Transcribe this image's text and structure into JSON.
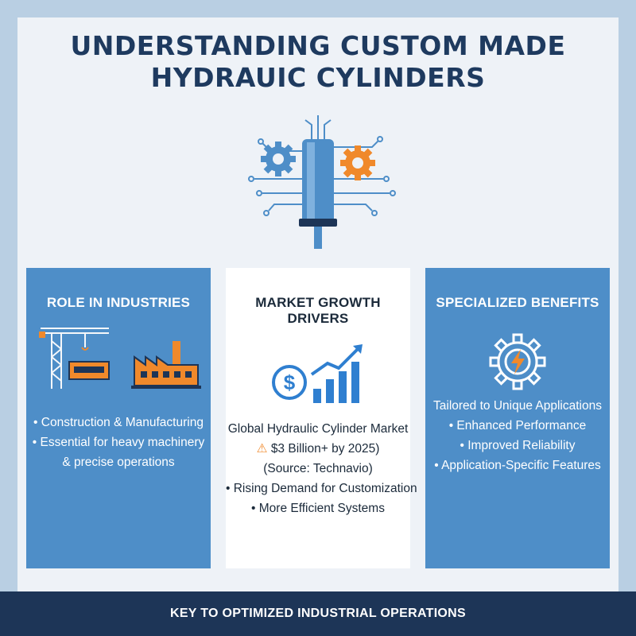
{
  "title": {
    "line1": "UNDERSTANDING CUSTOM MADE",
    "line2": "HYDRAUIC CYLINDERS"
  },
  "icons": {
    "hero": "hydraulic-cylinder-gears-icon",
    "crane": "crane-icon",
    "factory": "factory-icon",
    "money_chart": "dollar-growth-chart-icon",
    "gear_bolt": "gear-lightning-icon",
    "warning": "warning-icon"
  },
  "colors": {
    "card_blue": "#4e8ec8",
    "footer_navy": "#1d3557",
    "accent_orange": "#f0892b",
    "title_navy": "#1e3a5f"
  },
  "cards": [
    {
      "title": "ROLE IN INDUSTRIES",
      "bullets": [
        "• Construction & Manufacturing",
        "• Essential for heavy machinery",
        "& precise operations"
      ]
    },
    {
      "title": "MARKET GROWTH DRIVERS",
      "bullets": [
        "Global Hydraulic Cylinder Market",
        "$3 Billion+ by 2025)",
        "(Source: Technavio)",
        "• Rising Demand for Customization",
        "• More Efficient Systems"
      ]
    },
    {
      "title": "SPECIALIZED BENEFITS",
      "bullets": [
        "Tailored to Unique Applications",
        "• Enhanced Performance",
        "• Improved Reliability",
        "• Application-Specific Features"
      ]
    }
  ],
  "footer": "KEY TO OPTIMIZED INDUSTRIAL OPERATIONS"
}
